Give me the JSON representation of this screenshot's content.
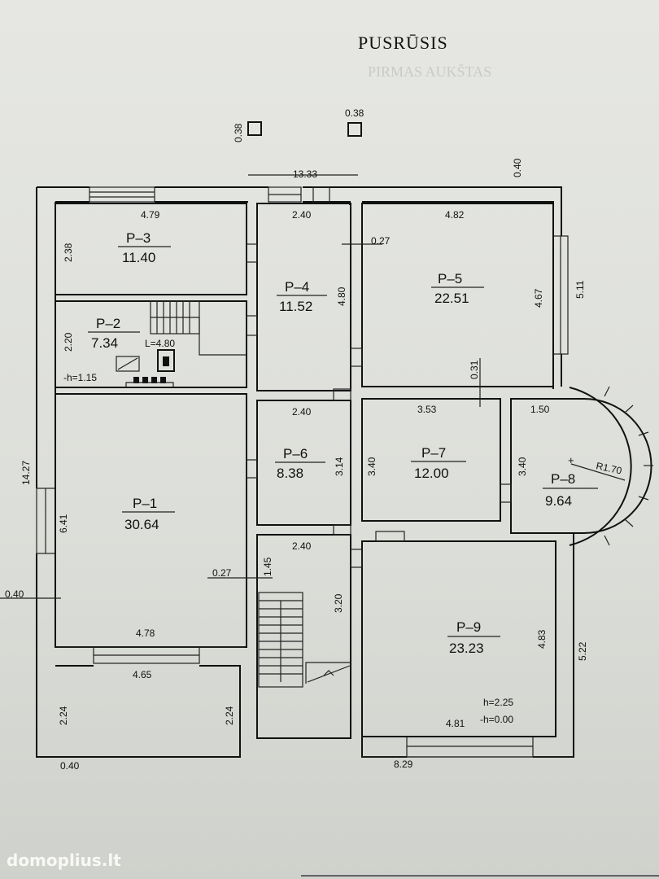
{
  "title": "PUSRŪSIS",
  "ghost_title": "PIRMAS AUKŠTAS",
  "watermark": "domoplius.lt",
  "rooms": {
    "p1": {
      "name": "P–1",
      "area": "30.64"
    },
    "p2": {
      "name": "P–2",
      "area": "7.34"
    },
    "p3": {
      "name": "P–3",
      "area": "11.40"
    },
    "p4": {
      "name": "P–4",
      "area": "11.52"
    },
    "p5": {
      "name": "P–5",
      "area": "22.51"
    },
    "p6": {
      "name": "P–6",
      "area": "8.38"
    },
    "p7": {
      "name": "P–7",
      "area": "12.00"
    },
    "p8": {
      "name": "P–8",
      "area": "9.64"
    },
    "p9": {
      "name": "P–9",
      "area": "23.23"
    }
  },
  "dims": {
    "top_total": "13.33",
    "col1": "0.38",
    "col2": "0.38",
    "top_right_wall": "0.40",
    "p3_w": "4.79",
    "p3_h": "2.38",
    "p4_w": "2.40",
    "p4_h": "4.80",
    "wall_p4_p5": "0.27",
    "p5_w": "4.82",
    "p5_h": "4.67",
    "right_ext": "5.11",
    "p2_h": "2.20",
    "stair_len": "L=4.80",
    "p2_level": "-h=1.15",
    "p6_w": "2.40",
    "p6_h": "3.14",
    "wall_p5_p7": "0.31",
    "p7_w": "3.53",
    "p7_h_left": "3.40",
    "p8_w": "1.50",
    "p8_h": "3.40",
    "p8_radius": "R1.70",
    "left_total": "14.27",
    "p1_h": "6.41",
    "left_wall": "0.40",
    "wall_p1_p6": "0.27",
    "stair_w": "2.40",
    "stair_h1": "1.45",
    "stair_h2": "3.20",
    "p1_w": "4.78",
    "porch_w": "4.65",
    "porch_h_left": "2.24",
    "porch_h_right": "2.24",
    "bottom_left_wall": "0.40",
    "p9_h": "4.83",
    "right_lower": "5.22",
    "p9_h2": "h=2.25",
    "p9_level": "-h=0.00",
    "p9_w": "4.81",
    "bottom_total": "8.29"
  }
}
